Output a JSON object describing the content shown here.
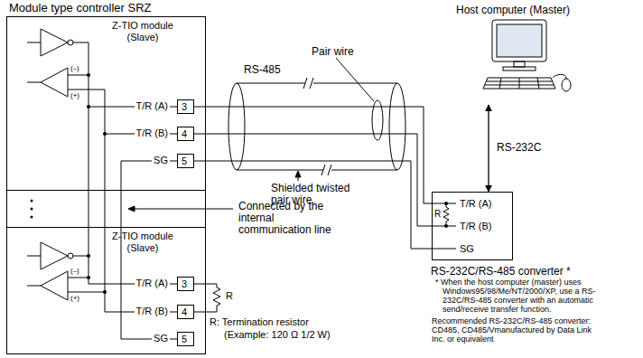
{
  "diagram": {
    "nodes": [
      {
        "text": [
          "Module type controller SRZ"
        ]
      },
      {
        "text": [
          "Z-TIO module (Slave)"
        ],
        "in": 0
      },
      {
        "text": [
          "3"
        ],
        "in": 1
      },
      {
        "text": [
          "4"
        ],
        "in": 1
      },
      {
        "text": [
          "5"
        ],
        "in": 1
      },
      {
        "text": [
          "Z-TIO module (Slave)"
        ],
        "in": 0
      },
      {
        "text": [
          "3"
        ],
        "in": 5
      },
      {
        "text": [
          "4"
        ],
        "in": 5
      },
      {
        "text": [
          "5"
        ],
        "in": 5
      },
      {
        "text": [
          "Host computer (Master)"
        ]
      },
      {
        "text": [
          "T/R (A)",
          "T/R (B)",
          "SG",
          "RS-232C/RS-485 converter *"
        ]
      }
    ],
    "edges": [
      {
        "from": 2,
        "to": 10,
        "arrow": "none"
      },
      {
        "from": 3,
        "to": 10,
        "arrow": "none"
      },
      {
        "from": 4,
        "to": 10,
        "arrow": "none"
      },
      {
        "from": 9,
        "to": 10,
        "label": "RS-232C",
        "arrow": "both"
      }
    ],
    "labels": [
      "T/R (A)",
      "T/R (B)",
      "SG",
      "(–)",
      "(+)",
      "T/R (A)",
      "T/R (B)",
      "SG",
      "(–)",
      "(+)",
      "Connected by the internal communication line",
      "RS-485",
      "Pair wire",
      "Shielded twisted pair wire",
      "R",
      "R",
      "R: Termination resistor",
      "(Example: 120 Ω 1/2 W)",
      "* When the host computer (master) uses Windows95/98/Me/NT/2000/XP, use a RS-232C/RS-485 converter with an automatic send/receive transfer function.",
      "Recommended RS-232C/RS-485 converter: CD485, CD485/Vmanufactured by Data Link Inc. or equivalent"
    ]
  }
}
